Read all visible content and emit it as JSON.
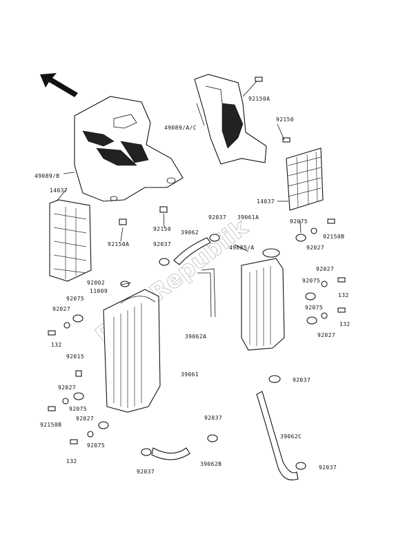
{
  "watermark": "PartsRepublik",
  "labels": {
    "l_49089A": "49089/A/C",
    "l_92150A_top": "92150A",
    "l_92150_top": "92150",
    "l_49089B": "49089/B",
    "l_14037_left": "14037",
    "l_14037_right": "14037",
    "l_92150_mid": "92150",
    "l_92150A_mid": "92150A",
    "l_92037_a": "92037",
    "l_39062": "39062",
    "l_92037_b": "92037",
    "l_39061A": "39061A",
    "l_92075_r1": "92075",
    "l_92150B_r": "92150B",
    "l_49085A": "49085/A",
    "l_92027_r1": "92027",
    "l_92002": "92002",
    "l_11009": "11009",
    "l_92075_l1": "92075",
    "l_92027_l1": "92027",
    "l_132_l1": "132",
    "l_92027_r2": "92027",
    "l_92075_r2": "92075",
    "l_132_r1": "132",
    "l_92075_r3": "92075",
    "l_132_r2": "132",
    "l_39062A": "39062A",
    "l_92027_r3": "92027",
    "l_92015": "92015",
    "l_39061": "39061",
    "l_92037_c": "92037",
    "l_92027_l2": "92027",
    "l_92075_l2": "92075",
    "l_92150B_l": "92150B",
    "l_92027_l3": "92027",
    "l_92075_l3": "92075",
    "l_92037_d": "92037",
    "l_39062C": "39062C",
    "l_132_l2": "132",
    "l_92037_e": "92037",
    "l_39062B": "39062B",
    "l_92037_f": "92037"
  }
}
